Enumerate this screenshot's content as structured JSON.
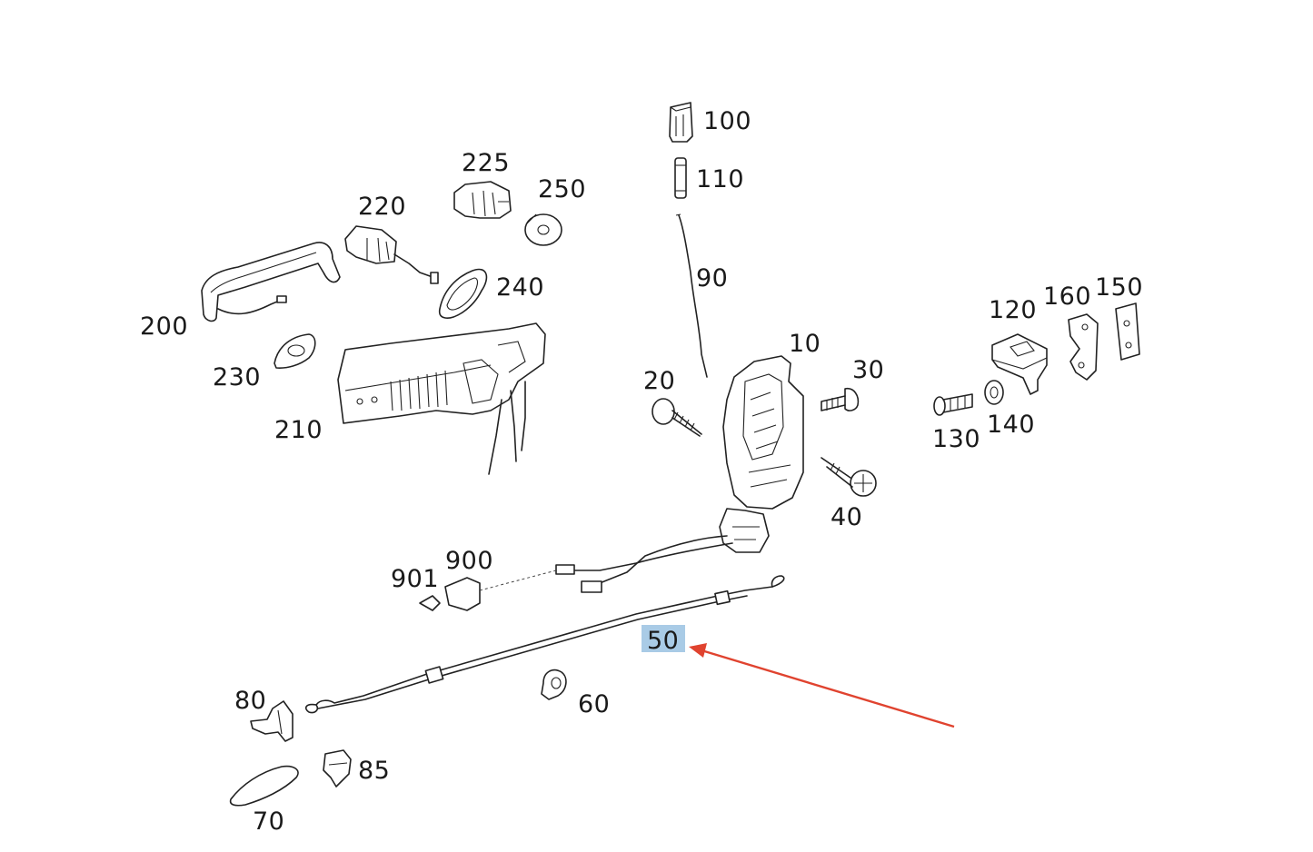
{
  "diagram": {
    "highlighted_part": "50",
    "labels": {
      "p100": "100",
      "p110": "110",
      "p90": "90",
      "p225": "225",
      "p250": "250",
      "p220": "220",
      "p240": "240",
      "p200": "200",
      "p230": "230",
      "p210": "210",
      "p10": "10",
      "p20": "20",
      "p30": "30",
      "p40": "40",
      "p120": "120",
      "p160": "160",
      "p150": "150",
      "p130": "130",
      "p140": "140",
      "p900": "900",
      "p901": "901",
      "p50": "50",
      "p60": "60",
      "p80": "80",
      "p85": "85",
      "p70": "70"
    },
    "colors": {
      "highlight": "#a9cbe6",
      "arrow": "#e0432f",
      "line": "#222222"
    }
  }
}
